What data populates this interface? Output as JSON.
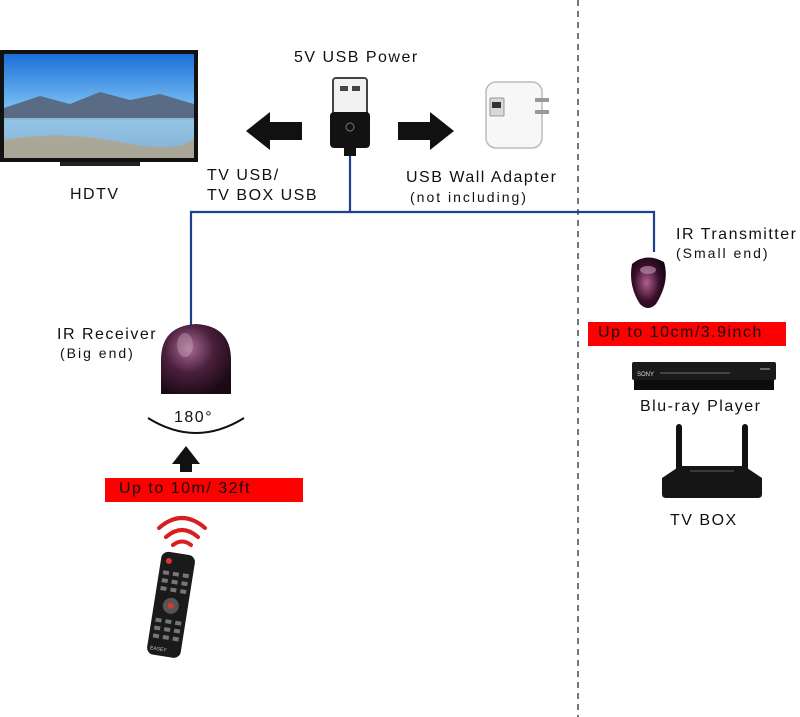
{
  "labels": {
    "usb_power": "5V USB Power",
    "hdtv": "HDTV",
    "tv_usb_line1": "TV USB/",
    "tv_usb_line2": "TV BOX USB",
    "adapter_line1": "USB Wall Adapter",
    "adapter_line2": "(not including)",
    "ir_transmitter": "IR Transmitter",
    "ir_transmitter_sub": "(Small end)",
    "ir_receiver": "IR Receiver",
    "ir_receiver_sub": "(Big end)",
    "angle": "180°",
    "range_transmitter": "Up to 10cm/3.9inch",
    "range_receiver": "Up to 10m/ 32ft",
    "bluray": "Blu-ray Player",
    "bluray_brand": "SONY",
    "tvbox": "TV BOX",
    "remote_brand": "EASEY"
  },
  "colors": {
    "cable": "#1c3f8f",
    "range_bar": "#ff0000",
    "signal_waves": "#d81e1e",
    "divider": "#555555"
  },
  "icons": {
    "tv": "hdtv-icon",
    "usb_plug": "usb-plug-icon",
    "adapter": "usb-wall-adapter-icon",
    "receiver": "ir-receiver-icon",
    "transmitter": "ir-transmitter-icon",
    "bluray": "bluray-player-icon",
    "router": "tv-box-icon",
    "remote": "remote-control-icon"
  }
}
